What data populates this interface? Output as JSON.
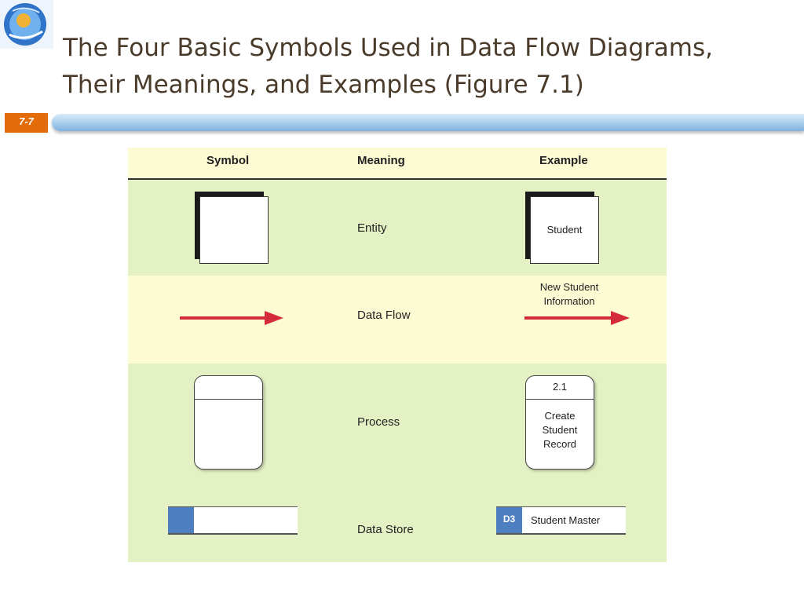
{
  "slide": {
    "title_line1": "The Four Basic Symbols Used in Data Flow Diagrams,",
    "title_line2": "Their Meanings, and Examples  (Figure 7.1)",
    "slide_number": "7-7",
    "accent_color": "#e36c0a",
    "rule_color": "#a7cdee"
  },
  "table": {
    "headers": {
      "symbol": "Symbol",
      "meaning": "Meaning",
      "example": "Example"
    },
    "rows": [
      {
        "meaning": "Entity",
        "example_label": "Student"
      },
      {
        "meaning": "Data Flow",
        "example_label_line1": "New Student",
        "example_label_line2": "Information",
        "arrow_color": "#d42a3c"
      },
      {
        "meaning": "Process",
        "example_id": "2.1",
        "example_line1": "Create",
        "example_line2": "Student",
        "example_line3": "Record"
      },
      {
        "meaning": "Data Store",
        "example_id": "D3",
        "example_label": "Student Master",
        "id_color": "#4e7fc0"
      }
    ]
  }
}
